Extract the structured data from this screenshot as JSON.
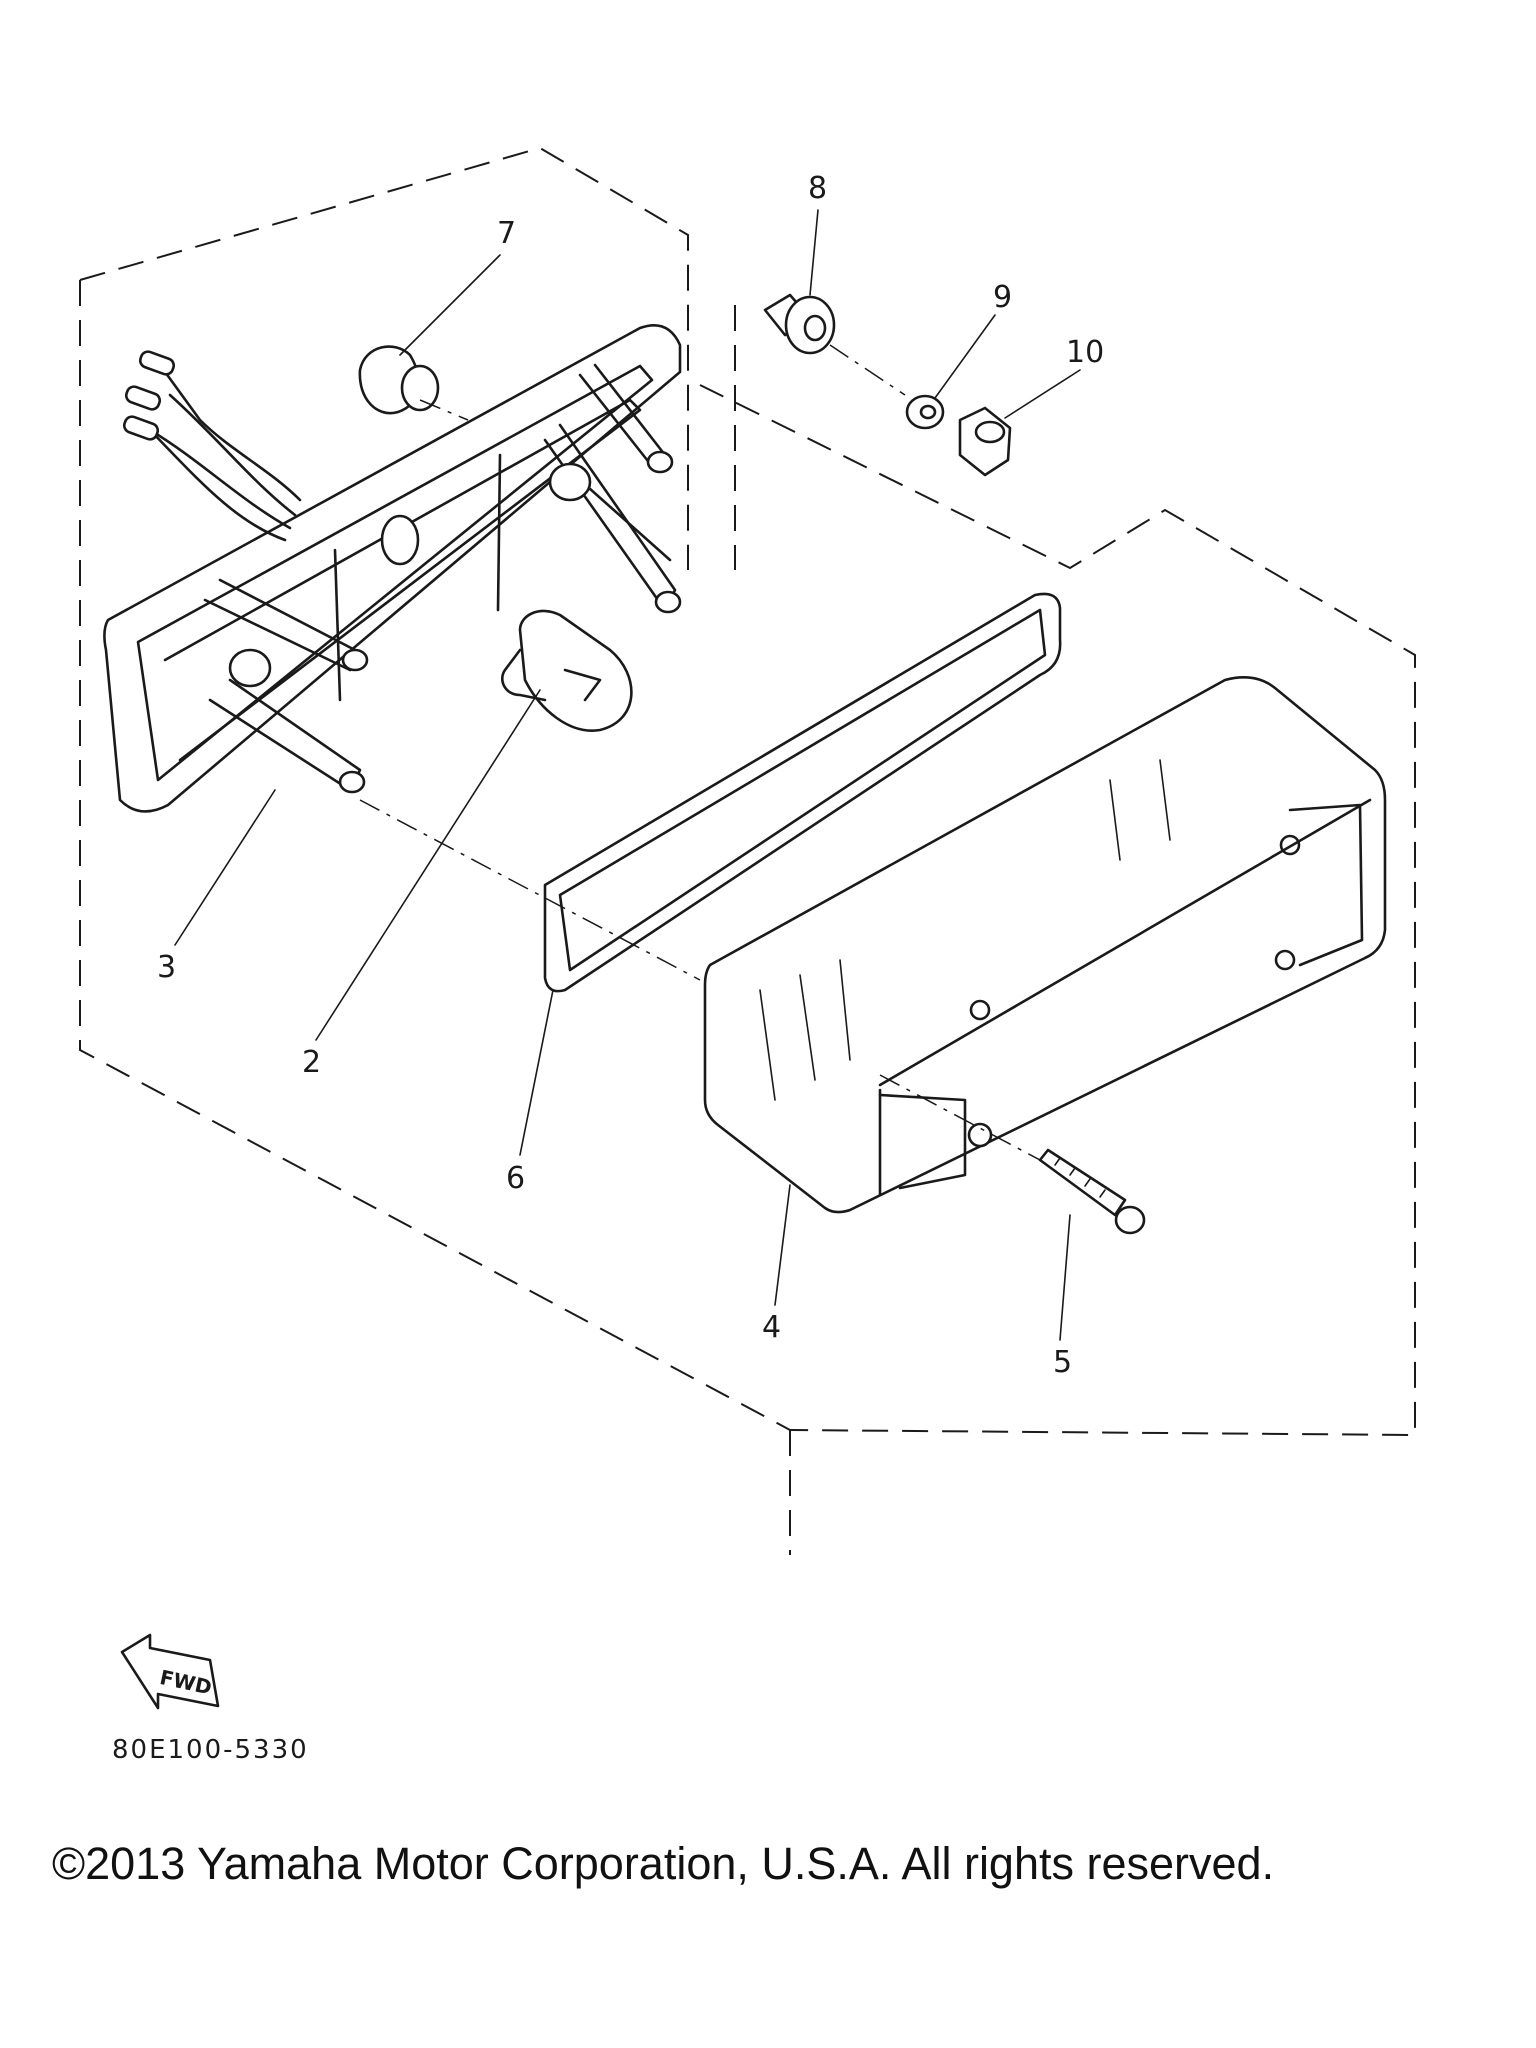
{
  "diagram": {
    "callouts": [
      {
        "id": "part-1",
        "label": "2"
      },
      {
        "id": "part-2",
        "label": "3"
      },
      {
        "id": "part-3",
        "label": "4"
      },
      {
        "id": "part-4",
        "label": "5"
      },
      {
        "id": "part-5",
        "label": "6"
      },
      {
        "id": "part-6",
        "label": "7"
      },
      {
        "id": "part-7",
        "label": "8"
      },
      {
        "id": "part-8",
        "label": "9"
      },
      {
        "id": "part-9",
        "label": "10"
      }
    ],
    "direction_marker": "FWD",
    "drawing_code": "80E100-5330"
  },
  "footer": {
    "copyright": "©2013 Yamaha Motor Corporation, U.S.A. All rights reserved."
  }
}
